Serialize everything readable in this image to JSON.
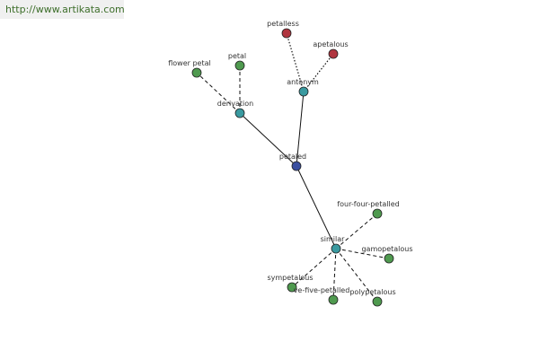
{
  "watermark": "http://www.artikata.com",
  "colors": {
    "root": "#3a4fa0",
    "relation": "#3a9aa0",
    "term": "#4f9a4f",
    "antonym_term": "#b0353f"
  },
  "nodes": {
    "root": {
      "label": "petaled"
    },
    "derivation": {
      "label": "derivation"
    },
    "antonym": {
      "label": "antonym"
    },
    "similar": {
      "label": "similar"
    },
    "flower_petal": {
      "label": "flower petal"
    },
    "petal": {
      "label": "petal"
    },
    "petalless": {
      "label": "petalless"
    },
    "apetalous": {
      "label": "apetalous"
    },
    "four_four_petalled": {
      "label": "four-four-petalled"
    },
    "gamopetalous": {
      "label": "gamopetalous"
    },
    "sympetalous": {
      "label": "sympetalous"
    },
    "five_five_petalled": {
      "label": "ve-five-petalled"
    },
    "polypetalous": {
      "label": "polypetalous"
    }
  }
}
